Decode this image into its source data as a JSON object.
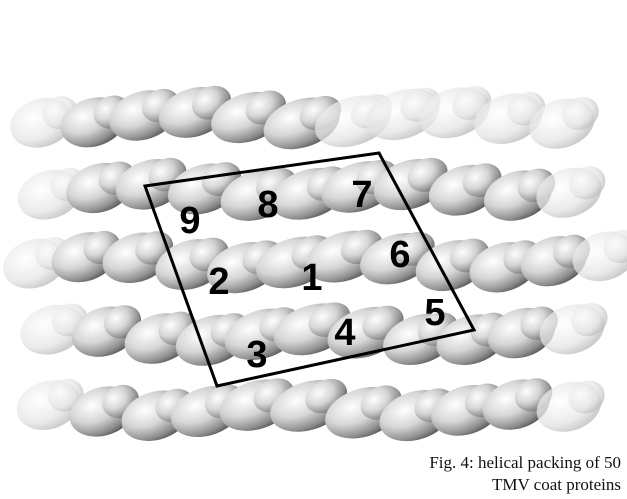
{
  "figure": {
    "subunit_numbers": [
      "9",
      "8",
      "7",
      "2",
      "1",
      "6",
      "3",
      "4",
      "5"
    ]
  },
  "caption": {
    "line1": "Fig. 4: helical packing of 50",
    "line2": "TMV coat proteins"
  }
}
